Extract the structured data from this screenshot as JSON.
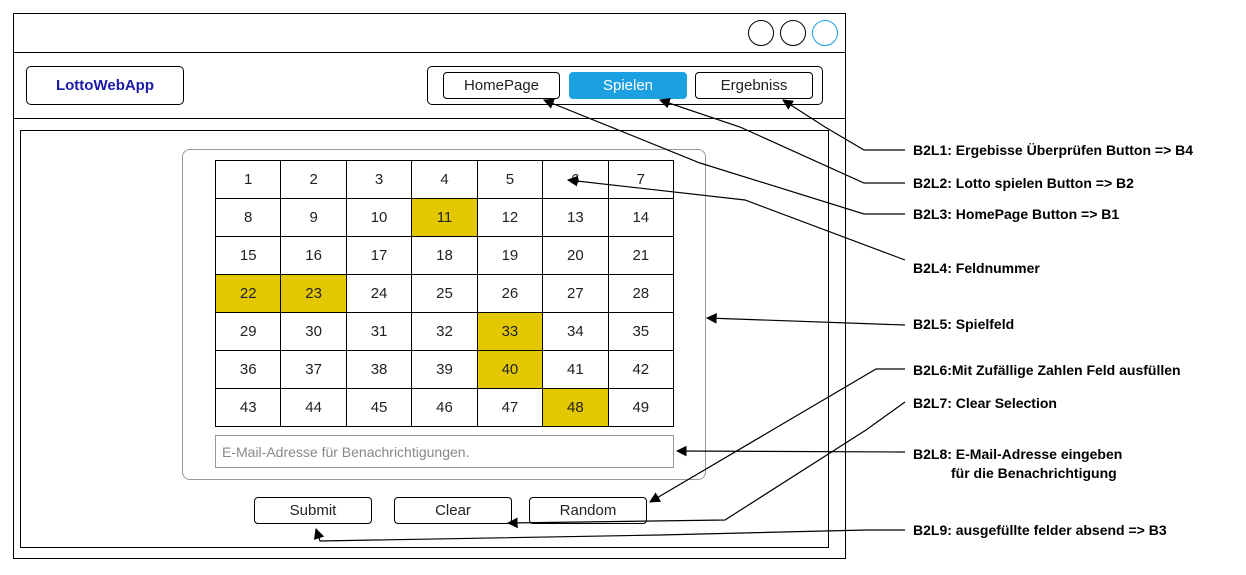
{
  "app": {
    "logo": "LottoWebApp"
  },
  "nav": {
    "home": "HomePage",
    "play": "Spielen",
    "result": "Ergebniss"
  },
  "colors": {
    "active_nav": "#1ba1e2",
    "selected_cell": "#e3c800",
    "window_circle_active": "#1ba1e2"
  },
  "grid": {
    "numbers": [
      1,
      2,
      3,
      4,
      5,
      6,
      7,
      8,
      9,
      10,
      11,
      12,
      13,
      14,
      15,
      16,
      17,
      18,
      19,
      20,
      21,
      22,
      23,
      24,
      25,
      26,
      27,
      28,
      29,
      30,
      31,
      32,
      33,
      34,
      35,
      36,
      37,
      38,
      39,
      40,
      41,
      42,
      43,
      44,
      45,
      46,
      47,
      48,
      49
    ],
    "selected": [
      11,
      22,
      23,
      33,
      40,
      48
    ]
  },
  "email": {
    "placeholder": "E-Mail-Adresse für Benachrichtigungen."
  },
  "buttons": {
    "submit": "Submit",
    "clear": "Clear",
    "random": "Random"
  },
  "annotations": [
    {
      "id": "B2L1",
      "text": "B2L1: Ergebisse Überprüfen Button => B4"
    },
    {
      "id": "B2L2",
      "text": "B2L2: Lotto spielen Button => B2"
    },
    {
      "id": "B2L3",
      "text": "B2L3: HomePage Button => B1"
    },
    {
      "id": "B2L4",
      "text": "B2L4: Feldnummer"
    },
    {
      "id": "B2L5",
      "text": "B2L5: Spielfeld"
    },
    {
      "id": "B2L6",
      "text": "B2L6:Mit Zufällige Zahlen Feld ausfüllen"
    },
    {
      "id": "B2L7",
      "text": "B2L7: Clear Selection"
    },
    {
      "id": "B2L8",
      "text": "B2L8: E-Mail-Adresse eingeben",
      "text2": "für die Benachrichtigung"
    },
    {
      "id": "B2L9",
      "text": "B2L9: ausgefüllte felder absend => B3"
    }
  ]
}
